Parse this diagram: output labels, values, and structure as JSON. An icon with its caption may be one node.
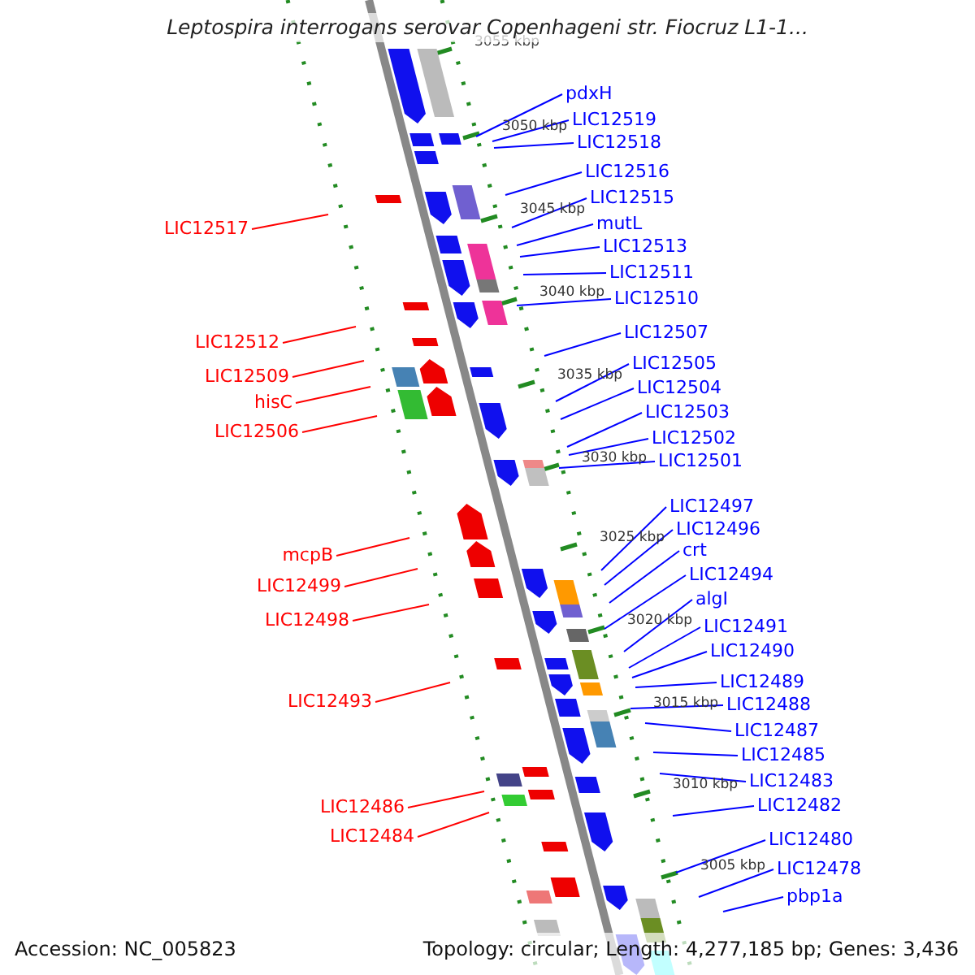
{
  "diagram": {
    "title": "Leptospira interrogans serovar Copenhageni str. Fiocruz L1-1...",
    "nodes": [
      {
        "text": [
          "pdxH"
        ]
      },
      {
        "text": [
          "LIC12519"
        ]
      },
      {
        "text": [
          "LIC12518"
        ]
      },
      {
        "text": [
          "LIC12516"
        ]
      },
      {
        "text": [
          "LIC12515"
        ]
      },
      {
        "text": [
          "mutL"
        ]
      },
      {
        "text": [
          "LIC12513"
        ]
      },
      {
        "text": [
          "LIC12511"
        ]
      },
      {
        "text": [
          "LIC12510"
        ]
      },
      {
        "text": [
          "LIC12507"
        ]
      },
      {
        "text": [
          "LIC12505"
        ]
      },
      {
        "text": [
          "LIC12504"
        ]
      },
      {
        "text": [
          "LIC12503"
        ]
      },
      {
        "text": [
          "LIC12502"
        ]
      },
      {
        "text": [
          "LIC12501"
        ]
      },
      {
        "text": [
          "LIC12497"
        ]
      },
      {
        "text": [
          "LIC12496"
        ]
      },
      {
        "text": [
          "crt"
        ]
      },
      {
        "text": [
          "LIC12494"
        ]
      },
      {
        "text": [
          "algI"
        ]
      },
      {
        "text": [
          "LIC12491"
        ]
      },
      {
        "text": [
          "LIC12490"
        ]
      },
      {
        "text": [
          "LIC12489"
        ]
      },
      {
        "text": [
          "LIC12488"
        ]
      },
      {
        "text": [
          "LIC12487"
        ]
      },
      {
        "text": [
          "LIC12485"
        ]
      },
      {
        "text": [
          "LIC12483"
        ]
      },
      {
        "text": [
          "LIC12482"
        ]
      },
      {
        "text": [
          "LIC12480"
        ]
      },
      {
        "text": [
          "LIC12478"
        ]
      },
      {
        "text": [
          "pbp1a"
        ]
      },
      {
        "text": [
          "LIC12517"
        ]
      },
      {
        "text": [
          "LIC12512"
        ]
      },
      {
        "text": [
          "LIC12509"
        ]
      },
      {
        "text": [
          "hisC"
        ]
      },
      {
        "text": [
          "LIC12506"
        ]
      },
      {
        "text": [
          "mcpB"
        ]
      },
      {
        "text": [
          "LIC12499"
        ]
      },
      {
        "text": [
          "LIC12498"
        ]
      },
      {
        "text": [
          "LIC12493"
        ]
      },
      {
        "text": [
          "LIC12486"
        ]
      },
      {
        "text": [
          "LIC12484"
        ]
      }
    ],
    "edges": [
      {
        "from": 0,
        "to": null,
        "arrow": "none"
      },
      {
        "from": 1,
        "to": null,
        "arrow": "none"
      },
      {
        "from": 2,
        "to": null,
        "arrow": "none"
      },
      {
        "from": 3,
        "to": null,
        "arrow": "none"
      },
      {
        "from": 4,
        "to": null,
        "arrow": "none"
      },
      {
        "from": 5,
        "to": null,
        "arrow": "none"
      },
      {
        "from": 6,
        "to": null,
        "arrow": "none"
      },
      {
        "from": 7,
        "to": null,
        "arrow": "none"
      },
      {
        "from": 8,
        "to": null,
        "arrow": "none"
      },
      {
        "from": 9,
        "to": null,
        "arrow": "none"
      },
      {
        "from": 10,
        "to": null,
        "arrow": "none"
      },
      {
        "from": 11,
        "to": null,
        "arrow": "none"
      },
      {
        "from": 12,
        "to": null,
        "arrow": "none"
      },
      {
        "from": 13,
        "to": null,
        "arrow": "none"
      },
      {
        "from": 14,
        "to": null,
        "arrow": "none"
      },
      {
        "from": 15,
        "to": null,
        "arrow": "none"
      },
      {
        "from": 16,
        "to": null,
        "arrow": "none"
      },
      {
        "from": 17,
        "to": null,
        "arrow": "none"
      },
      {
        "from": 18,
        "to": null,
        "arrow": "none"
      },
      {
        "from": 19,
        "to": null,
        "arrow": "none"
      },
      {
        "from": 20,
        "to": null,
        "arrow": "none"
      },
      {
        "from": 21,
        "to": null,
        "arrow": "none"
      },
      {
        "from": 22,
        "to": null,
        "arrow": "none"
      },
      {
        "from": 23,
        "to": null,
        "arrow": "none"
      },
      {
        "from": 24,
        "to": null,
        "arrow": "none"
      },
      {
        "from": 25,
        "to": null,
        "arrow": "none"
      },
      {
        "from": 26,
        "to": null,
        "arrow": "none"
      },
      {
        "from": 27,
        "to": null,
        "arrow": "none"
      },
      {
        "from": 28,
        "to": null,
        "arrow": "none"
      },
      {
        "from": 29,
        "to": null,
        "arrow": "none"
      },
      {
        "from": 30,
        "to": null,
        "arrow": "none"
      },
      {
        "from": 31,
        "to": null,
        "arrow": "none",
        "color": "#ff0000"
      },
      {
        "from": 32,
        "to": null,
        "arrow": "none",
        "color": "#ff0000"
      },
      {
        "from": 33,
        "to": null,
        "arrow": "none",
        "color": "#ff0000"
      },
      {
        "from": 34,
        "to": null,
        "arrow": "none",
        "color": "#ff0000"
      },
      {
        "from": 35,
        "to": null,
        "arrow": "none",
        "color": "#ff0000"
      },
      {
        "from": 36,
        "to": null,
        "arrow": "none",
        "color": "#ff0000"
      },
      {
        "from": 37,
        "to": null,
        "arrow": "none",
        "color": "#ff0000"
      },
      {
        "from": 38,
        "to": null,
        "arrow": "none",
        "color": "#ff0000"
      },
      {
        "from": 39,
        "to": null,
        "arrow": "none",
        "color": "#ff0000"
      },
      {
        "from": 40,
        "to": null,
        "arrow": "none",
        "color": "#ff0000"
      },
      {
        "from": 41,
        "to": null,
        "arrow": "none",
        "color": "#ff0000"
      }
    ],
    "labels": [
      "3055 kbp",
      "3050 kbp",
      "3045 kbp",
      "3040 kbp",
      "3035 kbp",
      "3030 kbp",
      "3025 kbp",
      "3020 kbp",
      "3015 kbp",
      "3010 kbp",
      "3005 kbp",
      "Accession: NC_005823",
      "Topology: circular; Length: 4,277,185 bp; Genes: 3,436"
    ]
  }
}
